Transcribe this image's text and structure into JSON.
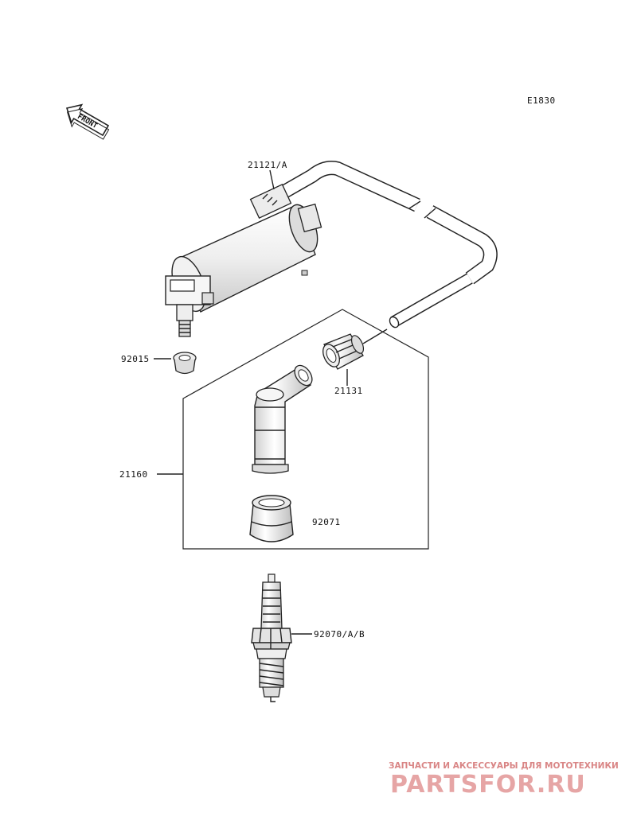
{
  "diagram": {
    "code": "E1830",
    "front_label": "FRONT",
    "parts": [
      {
        "id": "coil",
        "label": "21121/A"
      },
      {
        "id": "nut",
        "label": "92015"
      },
      {
        "id": "cap-seal",
        "label": "21131"
      },
      {
        "id": "plug-cap-assembly",
        "label": "21160"
      },
      {
        "id": "boot-seal",
        "label": "92071"
      },
      {
        "id": "spark-plug",
        "label": "92070/A/B"
      }
    ]
  },
  "watermark": {
    "tagline": "ЗАПЧАСТИ И АКСЕССУАРЫ ДЛЯ МОТОТЕХНИКИ",
    "site": "PARTSFOR.RU"
  },
  "colors": {
    "line": "#222222",
    "part_fill": "#f4f4f4",
    "watermark": "#e6a5a5"
  }
}
